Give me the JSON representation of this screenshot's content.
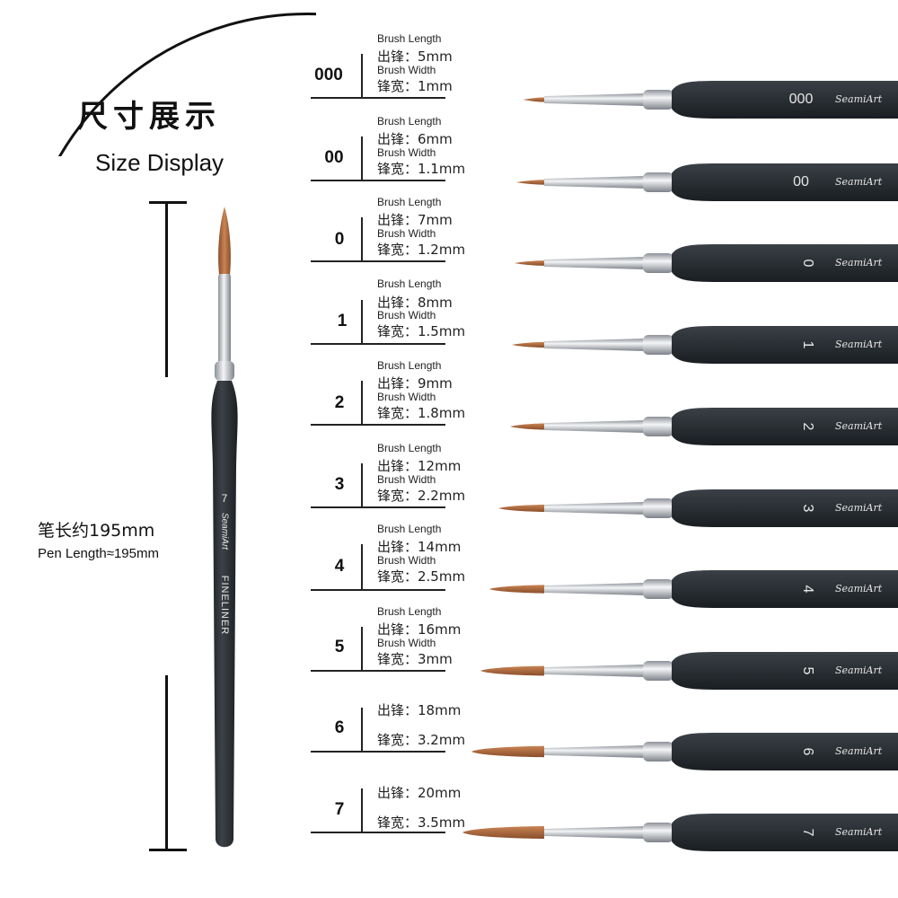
{
  "header": {
    "title_cn": "尺寸展示",
    "title_en": "Size Display"
  },
  "pen_length": {
    "cn": "笔长约195mm",
    "en": "Pen Length≈195mm"
  },
  "feature_brush": {
    "number": "7",
    "brand": "SeamiArt",
    "model": "FINELINER"
  },
  "sizes": [
    {
      "size": "000",
      "brush_length_label": "Brush Length",
      "length": "出锋：5mm",
      "brush_width_label": "Brush Width",
      "width": "锋宽：1mm"
    },
    {
      "size": "00",
      "brush_length_label": "Brush Length",
      "length": "出锋：6mm",
      "brush_width_label": "Brush Width",
      "width": "锋宽：1.1mm"
    },
    {
      "size": "0",
      "brush_length_label": "Brush Length",
      "length": "出锋：7mm",
      "brush_width_label": "Brush Width",
      "width": "锋宽：1.2mm"
    },
    {
      "size": "1",
      "brush_length_label": "Brush Length",
      "length": "出锋：8mm",
      "brush_width_label": "Brush Width",
      "width": "锋宽：1.5mm"
    },
    {
      "size": "2",
      "brush_length_label": "Brush Length",
      "length": "出锋：9mm",
      "brush_width_label": "Brush Width",
      "width": "锋宽：1.8mm"
    },
    {
      "size": "3",
      "brush_length_label": "Brush Length",
      "length": "出锋：12mm",
      "brush_width_label": "Brush Width",
      "width": "锋宽：2.2mm"
    },
    {
      "size": "4",
      "brush_length_label": "Brush Length",
      "length": "出锋：14mm",
      "brush_width_label": "Brush Width",
      "width": "锋宽：2.5mm"
    },
    {
      "size": "5",
      "brush_length_label": "Brush Length",
      "length": "出锋：16mm",
      "brush_width_label": "Brush Width",
      "width": "锋宽：3mm"
    },
    {
      "size": "6",
      "brush_length_label": "",
      "length": "出锋：18mm",
      "brush_width_label": "",
      "width": "锋宽：3.2mm"
    },
    {
      "size": "7",
      "brush_length_label": "",
      "length": "出锋：20mm",
      "brush_width_label": "",
      "width": "锋宽：3.5mm"
    }
  ],
  "brand": "SeamiArt",
  "colors": {
    "handle": "#2b2f33",
    "ferrule": "#c9ccd1",
    "bristle": "#b06a3e",
    "line": "#111111"
  }
}
